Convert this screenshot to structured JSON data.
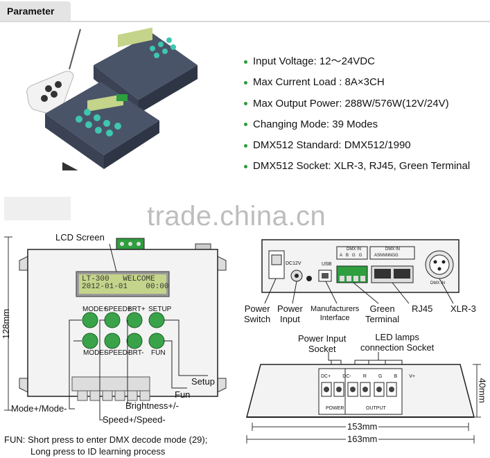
{
  "header": {
    "tab_label": "Parameter"
  },
  "specs": [
    "Input Voltage: 12～24VDC",
    "Max Current Load : 8A×3CH",
    "Max Output Power: 288W/576W(12V/24V)",
    "Changing Mode: 39 Modes",
    "DMX512 Standard: DMX512/1990",
    "DMX512 Socket: XLR-3, RJ45, Green Terminal"
  ],
  "watermark": "trade.china.cn",
  "front": {
    "lcd_screen_label": "LCD Screen",
    "lcd_line1": "LT-300   WELCOME",
    "lcd_line2": "2012-01-01    00:00",
    "height_dim": "128mm",
    "buttons_top": [
      "MODE+",
      "SPEED+",
      "BRT+",
      "SETUP"
    ],
    "buttons_bottom": [
      "MODE-",
      "SPEED-",
      "BRT-",
      "FUN"
    ],
    "callouts": {
      "setup": "Setup",
      "fun": "Fun",
      "brightness": "Brightness+/-",
      "mode": "Mode+/Mode-",
      "speed": "Speed+/Speed-"
    }
  },
  "back": {
    "dc_label": "DC12V",
    "usb_label": "USB",
    "dmx_in_label": "DMX IN",
    "terminal_pins": [
      "A",
      "B",
      "G",
      "G"
    ],
    "rj45_pins": "ASNNNNGG",
    "dmx_in_label2": "DMX IN",
    "xlr_label": "DMX IN",
    "callouts": {
      "power_switch": [
        "Power",
        "Switch"
      ],
      "power_input": [
        "Power",
        "Input"
      ],
      "manufacturers": [
        "Manufacturers",
        "Interface"
      ],
      "green_terminal": [
        "Green",
        "Terminal"
      ],
      "rj45": "RJ45",
      "xlr3": "XLR-3"
    }
  },
  "side": {
    "power_input_socket": [
      "Power Input",
      "Socket"
    ],
    "led_lamps_socket": [
      "LED lamps",
      "connection Socket"
    ],
    "terminal_labels": [
      "DC+",
      "DC-",
      "R",
      "G",
      "B",
      "V+"
    ],
    "power_label": "POWER",
    "output_label": "OUTPUT",
    "height_dim": "40mm",
    "width_dim1": "153mm",
    "width_dim2": "163mm"
  },
  "footnote": {
    "line1": "FUN: Short press to enter DMX decode mode (29);",
    "line2": "Long press to ID learning process"
  },
  "colors": {
    "bullet": "#2d9a3d",
    "button_green": "#3aa34a",
    "lcd_bg": "#c4d48a",
    "terminal_green": "#2e9e3e"
  }
}
